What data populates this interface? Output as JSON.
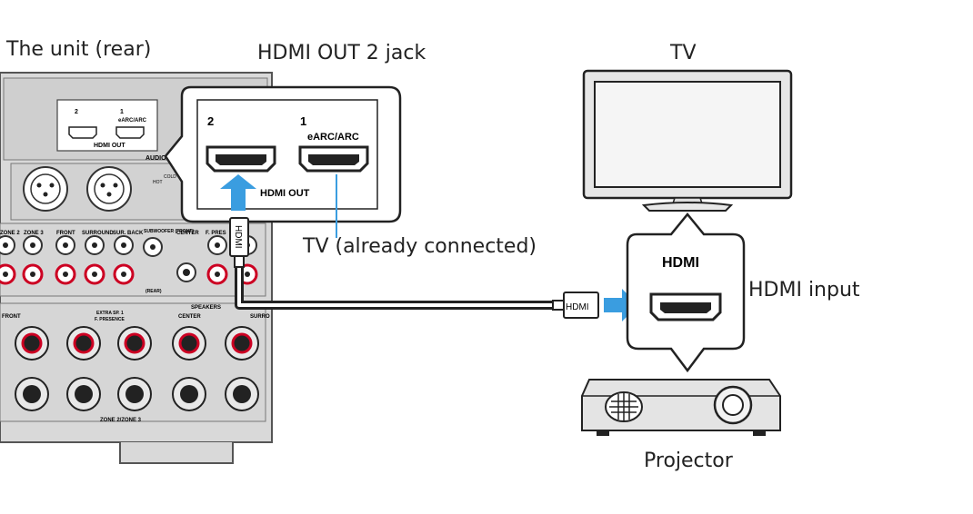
{
  "labels": {
    "unit": "The unit (rear)",
    "hdmi_out2_jack": "HDMI OUT 2 jack",
    "tv": "TV",
    "tv_connected": "TV (already connected)",
    "hdmi_input": "HDMI input",
    "projector": "Projector"
  },
  "callout": {
    "jack2": "2",
    "jack1": "1",
    "earc": "eARC/ARC",
    "hdmi_out": "HDMI OUT"
  },
  "panel": {
    "hdmi_out_small": "HDMI OUT",
    "num2": "2",
    "num1": "1",
    "earc_small": "eARC/ARC",
    "audio": "AUDIO",
    "hot": "HOT",
    "cold": "COLD",
    "zone2": "ZONE 2",
    "zone3": "ZONE 3",
    "front": "FRONT",
    "surround": "SURROUND",
    "surback": "SUR. BACK",
    "subwoofer": "SUBWOOFER (FRONT)",
    "center": "CENTER",
    "fpres": "F. PRES",
    "rear": "(REAR)",
    "speakers": "SPEAKERS",
    "front2": "FRONT",
    "extra": "EXTRA SP. 1",
    "fpresence": "F. PRESENCE",
    "center2": "CENTER",
    "surro": "SURRO",
    "zone23": "ZONE 2/ZONE 3"
  },
  "cable": {
    "plug_top": "HDMI",
    "plug_right": "HDMI"
  },
  "bubble": {
    "hdmi": "HDMI"
  }
}
